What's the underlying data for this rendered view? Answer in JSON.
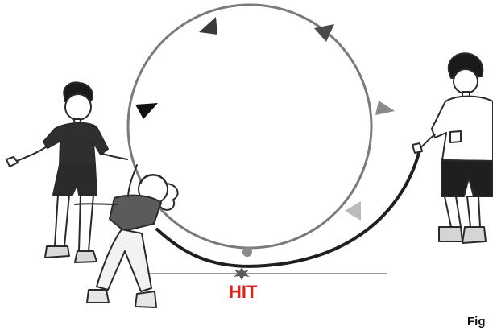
{
  "labels": {
    "hit": "HIT",
    "figure": "Fig"
  },
  "colors": {
    "hit": "#e0201b",
    "outline": "#2a2a2a",
    "circle_arrow": "#6f6f6f",
    "ground": "#9a9a9a",
    "rope": "#1f1f1f"
  },
  "icons": {
    "rotation_arrows": "triangle-arrowhead",
    "impact": "starburst"
  }
}
